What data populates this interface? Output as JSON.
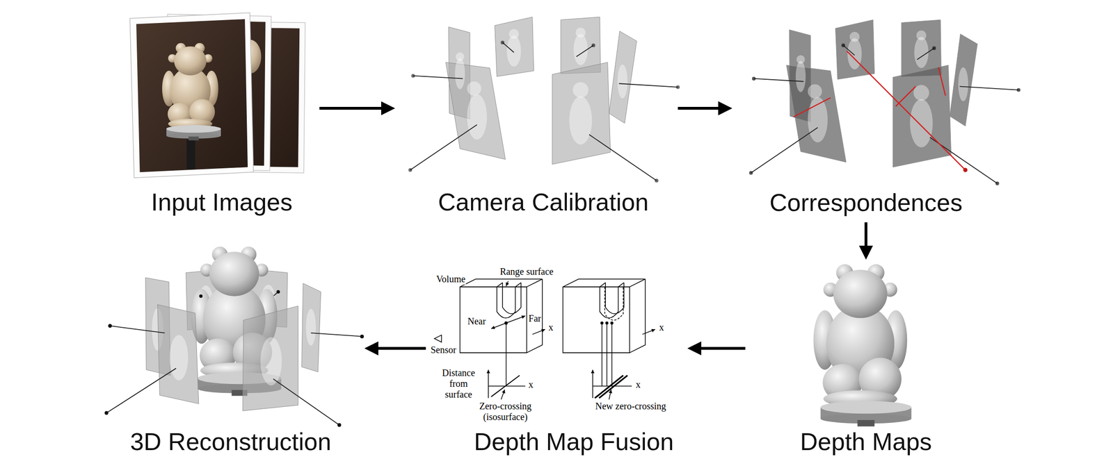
{
  "diagram": {
    "nodes": [
      {
        "text": [
          "Input Images"
        ]
      },
      {
        "text": [
          "Camera Calibration"
        ]
      },
      {
        "text": [
          "Correspondences"
        ]
      },
      {
        "text": [
          "Depth Maps"
        ]
      },
      {
        "text": [
          "Depth Map Fusion"
        ]
      },
      {
        "text": [
          "3D Reconstruction"
        ]
      }
    ],
    "edges": [
      {
        "from": 0,
        "to": 1,
        "arrow": "to"
      },
      {
        "from": 1,
        "to": 2,
        "arrow": "to"
      },
      {
        "from": 2,
        "to": 3,
        "arrow": "to"
      },
      {
        "from": 3,
        "to": 4,
        "arrow": "to"
      },
      {
        "from": 4,
        "to": 5,
        "arrow": "to"
      }
    ],
    "labels": [
      "Range surface",
      "Volume",
      "Near",
      "Far",
      "x",
      "Sensor",
      "Distance from surface",
      "x",
      "Zero-crossing (isosurface)",
      "x",
      "x",
      "New zero-crossing"
    ]
  }
}
